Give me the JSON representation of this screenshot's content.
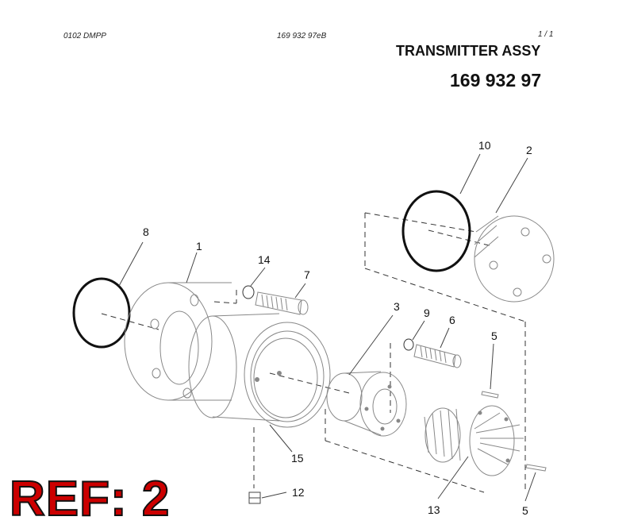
{
  "header": {
    "doc_code": "0102 DMPP",
    "drawing_ref": "169 932 97eB",
    "page": "1 /   1",
    "title": "TRANSMITTER ASSY",
    "part_number": "169 932 97"
  },
  "callouts": {
    "p1": "1",
    "p2": "2",
    "p3": "3",
    "p5a": "5",
    "p5b": "5",
    "p6": "6",
    "p7": "7",
    "p8": "8",
    "p9": "9",
    "p10": "10",
    "p12": "12",
    "p13": "13",
    "p14": "14",
    "p15": "15"
  },
  "ref_stamp": "REF: 2"
}
